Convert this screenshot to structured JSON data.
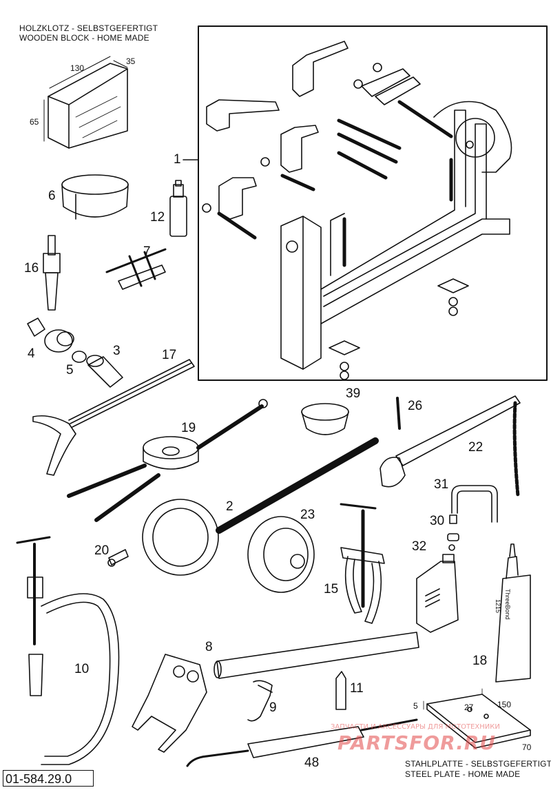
{
  "header": {
    "line1": "HOLZKLOTZ - SELBSTGEFERTIGT",
    "line2": "WOODEN BLOCK - HOME MADE"
  },
  "wooden_block_dims": {
    "length": "130",
    "width": "35",
    "height": "65"
  },
  "steel_plate_dims": {
    "thickness": "5",
    "offset": "27",
    "length": "150",
    "width": "70"
  },
  "steel_plate_caption": {
    "line1": "STAHLPLATTE - SELBSTGEFERTIGT",
    "line2": "STEEL PLATE - HOME MADE"
  },
  "part_labels": {
    "p1": "1",
    "p2": "2",
    "p3": "3",
    "p4": "4",
    "p5": "5",
    "p6": "6",
    "p7": "7",
    "p8": "8",
    "p9": "9",
    "p10": "10",
    "p11": "11",
    "p12": "12",
    "p15": "15",
    "p16": "16",
    "p17": "17",
    "p18": "18",
    "p19": "19",
    "p20": "20",
    "p22": "22",
    "p23": "23",
    "p26": "26",
    "p30": "30",
    "p31": "31",
    "p32": "32",
    "p39": "39",
    "p48": "48"
  },
  "tube_label": {
    "brand": "ThreeBond",
    "code": "1215"
  },
  "part_number": "01-584.29.0",
  "watermark": {
    "logo": "PARTSFOR.RU",
    "tagline": "ЗАПЧАСТИ И АКСЕССУАРЫ ДЛЯ МОТОТЕХНИКИ"
  }
}
